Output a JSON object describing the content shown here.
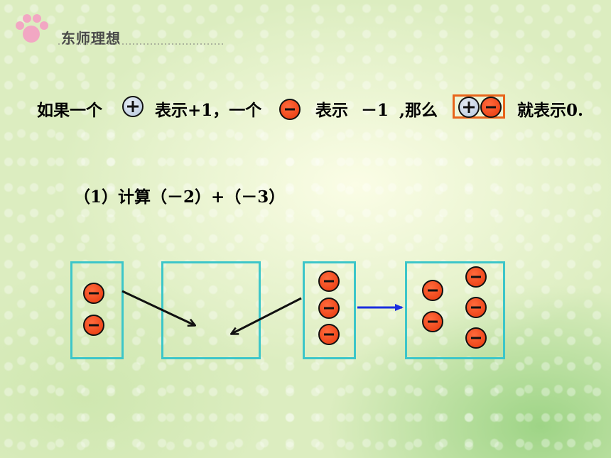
{
  "header": {
    "logo_text": "东师理想"
  },
  "statement": {
    "part_if": "如果一个",
    "part_means_plus1": "表示+1，一个",
    "part_means": "表示",
    "part_minus1": "－1",
    "part_then": ",那么",
    "part_means_zero": "就表示0."
  },
  "problem": {
    "text": "（1）计算（－2）+（－3）"
  },
  "icons": {
    "plus_chip": "plus-circle-icon",
    "minus_chip": "minus-circle-icon"
  },
  "colors": {
    "box_border": "#3cc6c9",
    "pair_box_border": "#e8641a",
    "minus_chip_fill": "#e8380c",
    "plus_chip_fill": "#b4c6dc",
    "arrow_black": "#111111",
    "arrow_blue": "#1a2ee0"
  }
}
